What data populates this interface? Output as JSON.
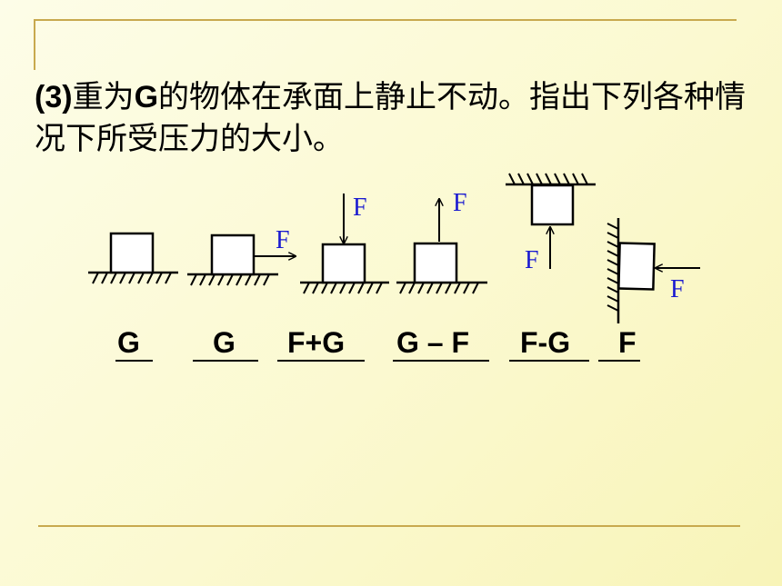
{
  "question": {
    "lead": "(3)",
    "text_1": "重为",
    "g": "G",
    "text_2": "的物体在承面上静止不动。指出下列各种情况下所受压力的大小。"
  },
  "force_label": "F",
  "answers": [
    "G",
    "G",
    "F+G",
    "G – F",
    "F-G",
    "F"
  ],
  "colors": {
    "rule": "#c8a94e",
    "force_label": "#1a1ad0"
  }
}
